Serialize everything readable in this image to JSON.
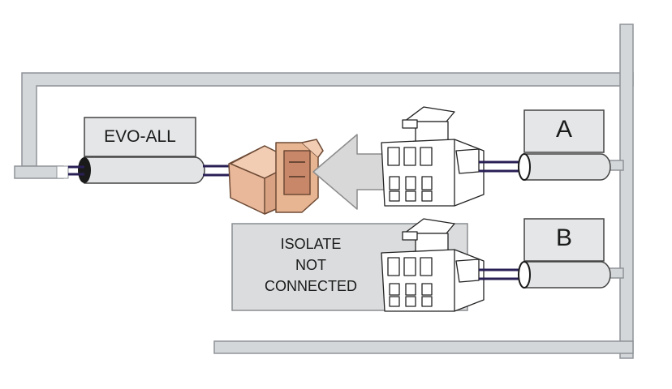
{
  "diagram": {
    "evo_label": "EVO-ALL",
    "connector_a_label": "A",
    "connector_b_label": "B",
    "isolate_box": {
      "line1": "ISOLATE",
      "line2": "NOT",
      "line3": "CONNECTED"
    },
    "icons": [
      "evo-all-module",
      "harness-connector-a",
      "harness-connector-b",
      "evo-plug",
      "insertion-arrow",
      "cable-sleeve",
      "ground-bus-bar"
    ],
    "colors": {
      "bus": "#d4d7d9",
      "bus_outline": "#8f9498",
      "wire": "#2a1f55",
      "plug": "#e9b89a",
      "plug_outline": "#6d4a35",
      "isolate_fill": "#dadcdd",
      "arrow": "#d8d8d8"
    }
  }
}
